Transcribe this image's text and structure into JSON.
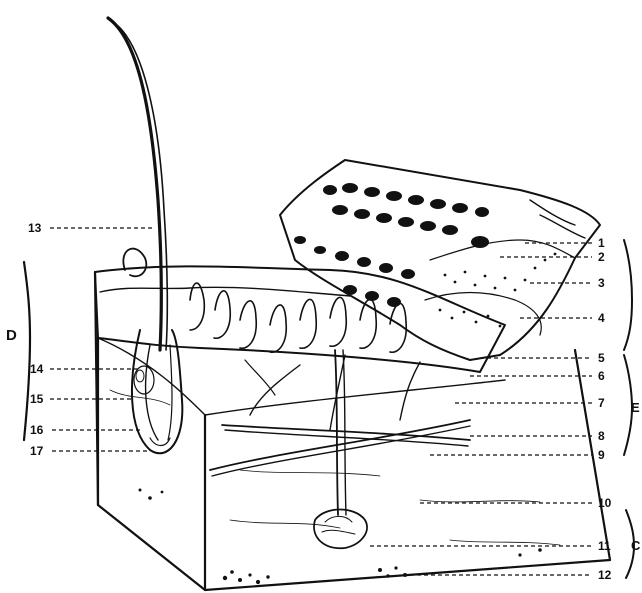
{
  "diagram": {
    "callouts": [
      {
        "id": "1",
        "text": "1"
      },
      {
        "id": "2",
        "text": "2"
      },
      {
        "id": "3",
        "text": "3"
      },
      {
        "id": "4",
        "text": "4"
      },
      {
        "id": "5",
        "text": "5"
      },
      {
        "id": "6",
        "text": "6"
      },
      {
        "id": "7",
        "text": "7"
      },
      {
        "id": "8",
        "text": "8"
      },
      {
        "id": "9",
        "text": "9"
      },
      {
        "id": "10",
        "text": "10"
      },
      {
        "id": "11",
        "text": "11"
      },
      {
        "id": "12",
        "text": "12"
      },
      {
        "id": "13",
        "text": "13"
      },
      {
        "id": "14",
        "text": "14"
      },
      {
        "id": "15",
        "text": "15"
      },
      {
        "id": "16",
        "text": "16"
      },
      {
        "id": "17",
        "text": "17"
      }
    ],
    "regions": {
      "left_bracket": "D",
      "right_middle": "E",
      "right_bottom": "C"
    }
  }
}
